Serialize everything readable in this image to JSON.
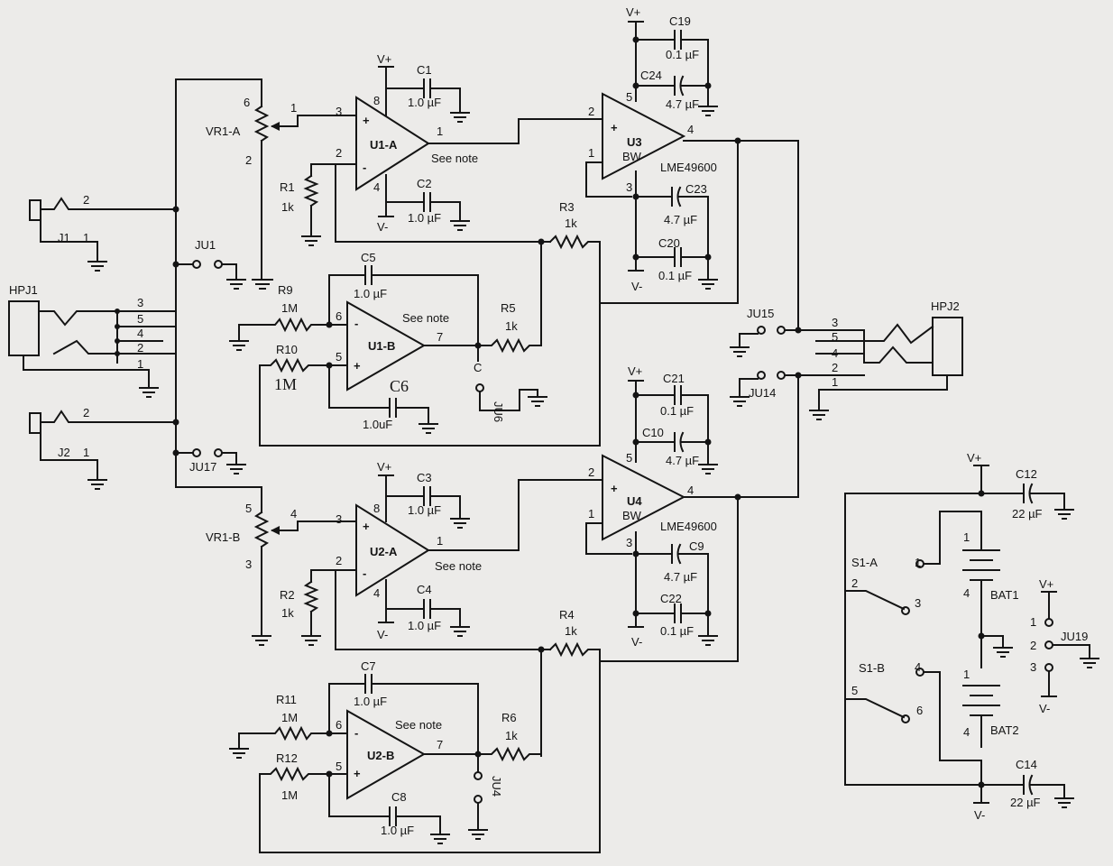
{
  "opamps": {
    "u1a": {
      "name": "U1-A",
      "pin_noninv": "3",
      "pin_inv": "2",
      "pin_out": "1",
      "pin_vp": "8",
      "pin_vm": "4",
      "note": "See note",
      "vp": "V+",
      "vm": "V-"
    },
    "u1b": {
      "name": "U1-B",
      "pin_inv": "6",
      "pin_noninv": "5",
      "pin_out": "7",
      "note": "See note"
    },
    "u2a": {
      "name": "U2-A",
      "pin_noninv": "3",
      "pin_inv": "2",
      "pin_out": "1",
      "pin_vp": "8",
      "pin_vm": "4",
      "note": "See note",
      "vp": "V+",
      "vm": "V-"
    },
    "u2b": {
      "name": "U2-B",
      "pin_inv": "6",
      "pin_noninv": "5",
      "pin_out": "7",
      "note": "See note"
    },
    "u3": {
      "name": "U3",
      "mode": "BW",
      "part": "LME49600",
      "pin_in": "2",
      "pin_bw": "1",
      "pin_vp": "5",
      "pin_vm": "3",
      "pin_out": "4",
      "vp": "V+",
      "vm": "V-"
    },
    "u4": {
      "name": "U4",
      "mode": "BW",
      "part": "LME49600",
      "pin_in": "2",
      "pin_bw": "1",
      "pin_vp": "5",
      "pin_vm": "3",
      "pin_out": "4",
      "vp": "V+",
      "vm": "V-"
    }
  },
  "caps": {
    "c1": {
      "name": "C1",
      "value": "1.0 µF"
    },
    "c2": {
      "name": "C2",
      "value": "1.0 µF"
    },
    "c3": {
      "name": "C3",
      "value": "1.0 µF"
    },
    "c4": {
      "name": "C4",
      "value": "1.0 µF"
    },
    "c5": {
      "name": "C5",
      "value": "1.0 µF"
    },
    "c6": {
      "name": "C6",
      "value": "1.0uF"
    },
    "c7": {
      "name": "C7",
      "value": "1.0 µF"
    },
    "c8": {
      "name": "C8",
      "value": "1.0 µF"
    },
    "c9": {
      "name": "C9",
      "value": "4.7 µF"
    },
    "c10": {
      "name": "C10",
      "value": "4.7 µF"
    },
    "c12": {
      "name": "C12",
      "value": "22 µF"
    },
    "c14": {
      "name": "C14",
      "value": "22 µF"
    },
    "c19": {
      "name": "C19",
      "value": "0.1 µF"
    },
    "c20": {
      "name": "C20",
      "value": "0.1 µF"
    },
    "c21": {
      "name": "C21",
      "value": "0.1 µF"
    },
    "c22": {
      "name": "C22",
      "value": "0.1 µF"
    },
    "c23": {
      "name": "C23",
      "value": "4.7 µF"
    },
    "c24": {
      "name": "C24",
      "value": "4.7 µF"
    }
  },
  "resistors": {
    "r1": {
      "name": "R1",
      "value": "1k"
    },
    "r2": {
      "name": "R2",
      "value": "1k"
    },
    "r3": {
      "name": "R3",
      "value": "1k"
    },
    "r4": {
      "name": "R4",
      "value": "1k"
    },
    "r5": {
      "name": "R5",
      "value": "1k"
    },
    "r6": {
      "name": "R6",
      "value": "1k"
    },
    "r9": {
      "name": "R9",
      "value": "1M"
    },
    "r10": {
      "name": "R10",
      "value": "1M"
    },
    "r11": {
      "name": "R11",
      "value": "1M"
    },
    "r12": {
      "name": "R12",
      "value": "1M"
    }
  },
  "pots": {
    "vr1a": {
      "name": "VR1-A",
      "pin_top": "6",
      "pin_wiper": "1",
      "pin_bot": "2"
    },
    "vr1b": {
      "name": "VR1-B",
      "pin_top": "5",
      "pin_wiper": "4",
      "pin_bot": "3"
    }
  },
  "jacks": {
    "j1": {
      "name": "J1",
      "pin_tip": "2",
      "pin_gnd": "1"
    },
    "j2": {
      "name": "J2",
      "pin_tip": "2",
      "pin_gnd": "1"
    },
    "hpj1": {
      "name": "HPJ1",
      "pins": [
        "3",
        "5",
        "4",
        "2",
        "1"
      ]
    },
    "hpj2": {
      "name": "HPJ2",
      "pins": [
        "3",
        "5",
        "4",
        "2",
        "1"
      ]
    }
  },
  "jumpers": {
    "ju1": {
      "name": "JU1"
    },
    "ju4": {
      "name": "JU4"
    },
    "ju6": {
      "name": "JU6"
    },
    "ju14": {
      "name": "JU14"
    },
    "ju15": {
      "name": "JU15"
    },
    "ju17": {
      "name": "JU17"
    },
    "ju19": {
      "name": "JU19",
      "pins": [
        "1",
        "2",
        "3"
      ]
    }
  },
  "power": {
    "s1a": {
      "name": "S1-A",
      "pins": [
        "2",
        "1",
        "3"
      ]
    },
    "s1b": {
      "name": "S1-B",
      "pins": [
        "5",
        "4",
        "6"
      ]
    },
    "bat1": {
      "name": "BAT1",
      "pin_pos": "1",
      "pin_neg": "4"
    },
    "bat2": {
      "name": "BAT2",
      "pin_pos": "1",
      "pin_neg": "4"
    },
    "vp": "V+",
    "vm": "V-"
  },
  "misc": {
    "u1b_out_pin_c": "C"
  }
}
